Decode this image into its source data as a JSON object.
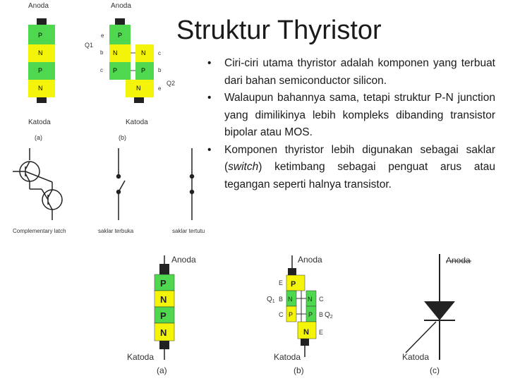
{
  "title": "Struktur Thyristor",
  "bullets": [
    {
      "text": "Ciri-ciri utama thyristor adalah komponen yang terbuat dari bahan semiconductor silicon."
    },
    {
      "text": "Walaupun bahannya sama, tetapi struktur P-N junction yang dimilikinya lebih kompleks dibanding transistor bipolar atau MOS."
    },
    {
      "pre": "Komponen thyristor lebih digunakan sebagai saklar (",
      "em": "switch",
      "post": ") ketimbang sebagai penguat arus atau tegangan seperti halnya transistor."
    }
  ],
  "small_figure": {
    "anoda": "Anoda",
    "katoda": "Katoda",
    "layers_a": [
      "P",
      "N",
      "P",
      "N"
    ],
    "label_a": "(a)",
    "label_b": "(b)",
    "q1": "Q1",
    "q2": "Q2",
    "pins": {
      "e": "e",
      "b": "b",
      "c": "c"
    },
    "caption_latch": "Complementary latch",
    "caption_open": "saklar terbuka",
    "caption_closed": "saklar tertutup"
  },
  "large_figure": {
    "anoda": "Anoda",
    "katoda": "Katoda",
    "layers_a": [
      "P",
      "N",
      "P",
      "N"
    ],
    "pins": {
      "e": "E",
      "b": "B",
      "c": "C"
    },
    "q1": "Q",
    "q1_sub": "1",
    "q2": "Q",
    "q2_sub": "2",
    "label_a": "(a)",
    "label_b": "(b)",
    "label_c": "(c)"
  },
  "colors": {
    "p_layer": "#4fd84f",
    "n_layer": "#f4f40a",
    "terminal": "#222222"
  }
}
